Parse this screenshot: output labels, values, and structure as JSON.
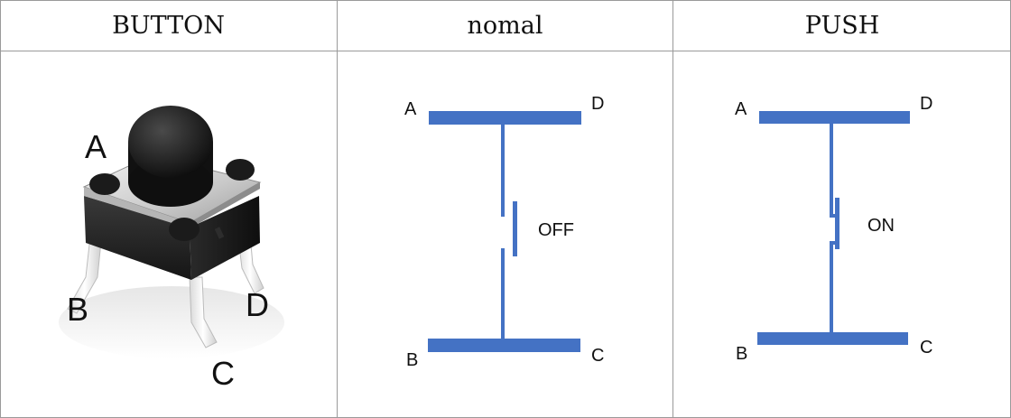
{
  "headers": {
    "col1": "BUTTON",
    "col2": "nomal",
    "col3": "PUSH"
  },
  "button_photo": {
    "labels": {
      "a": "A",
      "b": "B",
      "c": "C",
      "d": "D"
    }
  },
  "normal_diagram": {
    "labels": {
      "a": "A",
      "b": "B",
      "c": "C",
      "d": "D"
    },
    "state": "OFF"
  },
  "push_diagram": {
    "labels": {
      "a": "A",
      "b": "B",
      "c": "C",
      "d": "D"
    },
    "state": "ON"
  },
  "colors": {
    "wire": "#4472C4",
    "grid": "#9a9a9a"
  }
}
